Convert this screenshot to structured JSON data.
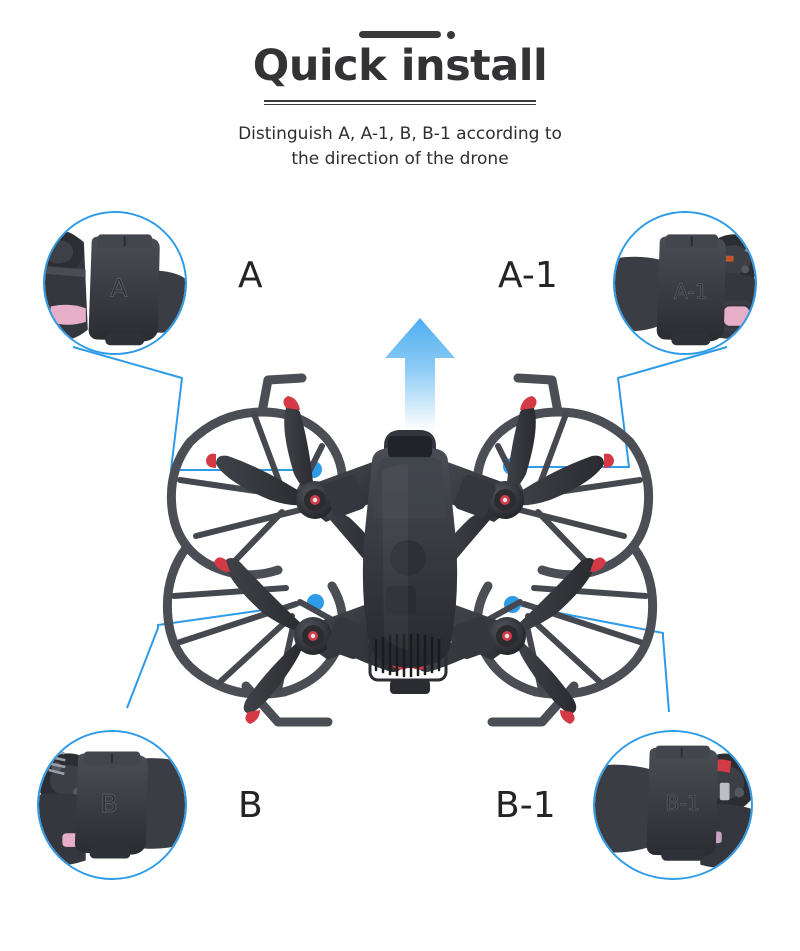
{
  "header": {
    "title": "Quick install",
    "subtitle": "Distinguish A, A-1, B, B-1 according to the direction of the drone",
    "subtitle_line1": "Distinguish A, A-1, B, B-1 according to",
    "subtitle_line2": "the direction of the drone",
    "accent_color": "#2E9BE8",
    "text_color": "#333335"
  },
  "callouts": [
    {
      "id": "A",
      "label": "A",
      "position": "top-left",
      "embossed_marking": "A",
      "description": "Propeller guard clip marked A mounted on front-left motor arm"
    },
    {
      "id": "A-1",
      "label": "A-1",
      "position": "top-right",
      "embossed_marking": "A-1",
      "description": "Propeller guard clip marked A-1 mounted on front-right motor arm"
    },
    {
      "id": "B",
      "label": "B",
      "position": "bottom-left",
      "embossed_marking": "B",
      "description": "Propeller guard clip marked B mounted on rear-left motor arm"
    },
    {
      "id": "B-1",
      "label": "B-1",
      "position": "bottom-right",
      "embossed_marking": "B-1",
      "description": "Propeller guard clip marked B-1 mounted on rear-right motor arm"
    }
  ],
  "diagram": {
    "subject": "quadcopter drone with propeller guards, top view",
    "direction_indicator": "forward-arrow-up",
    "arrow_color": "#5BB4F0",
    "body_color": "#3a3c42",
    "accent_color": "#d33a46",
    "connector_color": "#2E9BE8"
  }
}
